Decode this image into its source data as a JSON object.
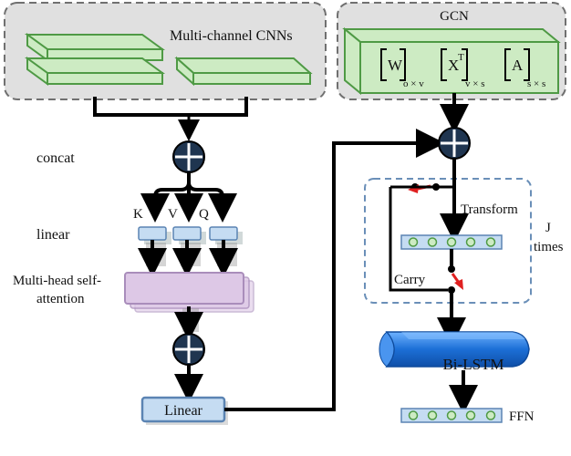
{
  "labels": {
    "multi_channel_cnns": "Multi-channel CNNs",
    "gcn": "GCN",
    "concat": "concat",
    "linear_side": "linear",
    "k": "K",
    "v": "V",
    "q": "Q",
    "mhsa_line1": "Multi-head self-",
    "mhsa_line2": "attention",
    "linear_box": "Linear",
    "transform": "Transform",
    "carry": "Carry",
    "j": "J",
    "times": "times",
    "bilstm": "Bi-LSTM",
    "ffn": "FFN"
  },
  "gcn_matrices": [
    {
      "symbol": "W",
      "sup": "",
      "sub": "o × v"
    },
    {
      "symbol": "X",
      "sup": "T",
      "sub": "v × s"
    },
    {
      "symbol": "A",
      "sup": "",
      "sub": "s × s"
    }
  ],
  "colors": {
    "panel_fill": "#e0e0e0",
    "panel_stroke": "#707070",
    "green_fill": "#cdebc3",
    "green_stroke": "#4f9a45",
    "circle_fill": "#1f3550",
    "blue_small_fill": "#c5dcf2",
    "blue_small_stroke": "#5b84b3",
    "mhsa_fill": "#ddc8e6",
    "mhsa_stroke": "#a98dbb",
    "bilstm_fill": "#1c6fd6",
    "dashed_stroke": "#6a8fb8",
    "red_arrow": "#e02020",
    "cell_circle_fill": "#cdebc3"
  }
}
